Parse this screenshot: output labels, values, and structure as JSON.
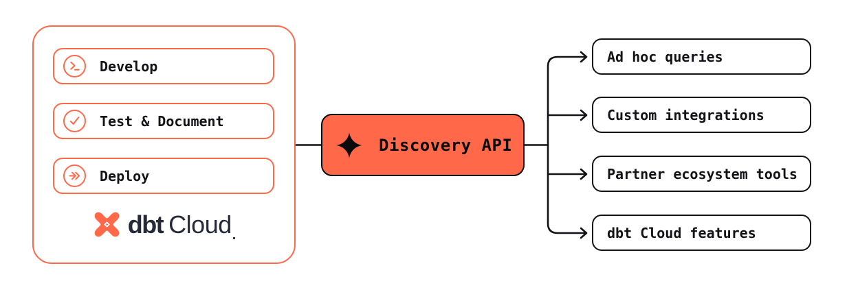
{
  "colors": {
    "coral": "#ff694a",
    "ink": "#121217",
    "navy": "#262a38",
    "paper": "#ffffff"
  },
  "left_panel": {
    "items": [
      {
        "icon": "terminal-icon",
        "label": "Develop"
      },
      {
        "icon": "check-icon",
        "label": "Test & Document"
      },
      {
        "icon": "fast-forward-icon",
        "label": "Deploy"
      }
    ],
    "logo": {
      "icon": "dbt-logo-mark",
      "brand": "dbt",
      "product": "Cloud",
      "trademark": "."
    }
  },
  "api_node": {
    "icon": "sparkle-icon",
    "label": "Discovery API"
  },
  "outputs": [
    {
      "label": "Ad hoc queries"
    },
    {
      "label": "Custom integrations"
    },
    {
      "label": "Partner ecosystem tools"
    },
    {
      "label": "dbt Cloud features"
    }
  ]
}
